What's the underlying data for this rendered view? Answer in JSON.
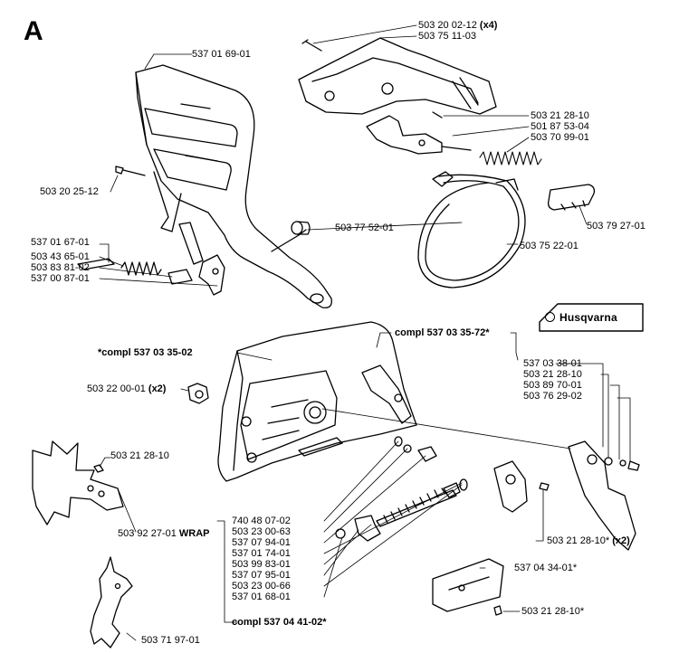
{
  "section_letter": "A",
  "brand_logo_text": "Husqvarna",
  "parts": {
    "p1": {
      "num": "503 20 02-12",
      "note": "(x4)"
    },
    "p2": {
      "num": "503 75 11-03",
      "note": ""
    },
    "p3": {
      "num": "537 01 69-01",
      "note": ""
    },
    "p4": {
      "num": "503 21 28-10",
      "note": ""
    },
    "p5": {
      "num": "501 87 53-04",
      "note": ""
    },
    "p6": {
      "num": "503 70 99-01",
      "note": ""
    },
    "p7": {
      "num": "503 20 25-12",
      "note": ""
    },
    "p8": {
      "num": "503 79 27-01",
      "note": ""
    },
    "p9": {
      "num": "503 77 52-01",
      "note": ""
    },
    "p10": {
      "num": "537 01 67-01",
      "note": ""
    },
    "p11": {
      "num": "503 75 22-01",
      "note": ""
    },
    "p12": {
      "num": "503 43 65-01",
      "note": ""
    },
    "p13": {
      "num": "503 83 81-02",
      "note": ""
    },
    "p14": {
      "num": "537 00 87-01",
      "note": ""
    },
    "p15": {
      "num": "compl 537 03 35-72*",
      "note": ""
    },
    "p16": {
      "num": "*compl 537 03 35-02",
      "note": ""
    },
    "p17": {
      "num": "537 03 38-01",
      "note": ""
    },
    "p18": {
      "num": "503 21 28-10",
      "note": ""
    },
    "p19": {
      "num": "503 22 00-01",
      "note": "(x2)"
    },
    "p20": {
      "num": "503 89 70-01",
      "note": ""
    },
    "p21": {
      "num": "503 76 29-02",
      "note": ""
    },
    "p22": {
      "num": "503 21 28-10",
      "note": ""
    },
    "p23": {
      "num": "503 92 27-01",
      "note": "WRAP"
    },
    "p24": {
      "num": "503 21 28-10*",
      "note": "(x2)"
    },
    "p25": {
      "num": "740 48 07-02",
      "note": ""
    },
    "p26": {
      "num": "503 23 00-63",
      "note": ""
    },
    "p27": {
      "num": "537 07 94-01",
      "note": ""
    },
    "p28": {
      "num": "537 01 74-01",
      "note": ""
    },
    "p29": {
      "num": "537 04 34-01*",
      "note": ""
    },
    "p30": {
      "num": "503 99 83-01",
      "note": ""
    },
    "p31": {
      "num": "537 07 95-01",
      "note": ""
    },
    "p32": {
      "num": "503 23 00-66",
      "note": ""
    },
    "p33": {
      "num": "537 01 68-01",
      "note": ""
    },
    "p34": {
      "num": "503 21 28-10*",
      "note": ""
    },
    "p35": {
      "num": "compl 537 04 41-02*",
      "note": ""
    },
    "p36": {
      "num": "503 71 97-01",
      "note": ""
    }
  }
}
